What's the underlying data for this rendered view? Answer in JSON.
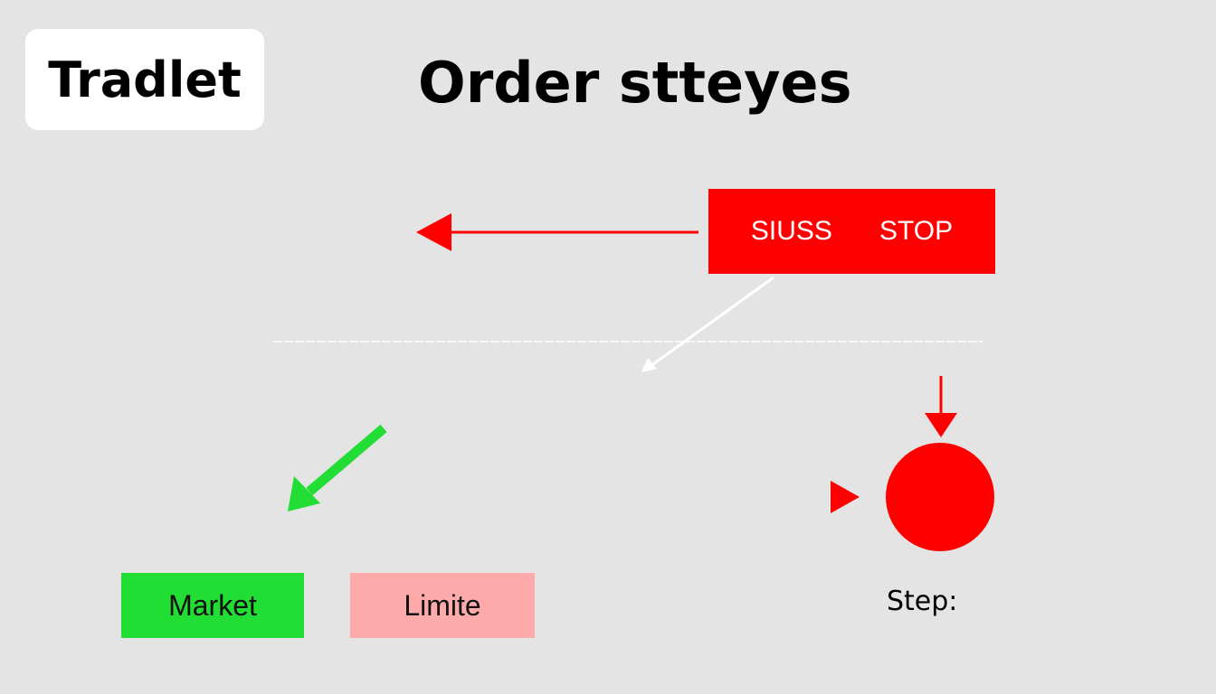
{
  "logo": {
    "text": "Tradlet"
  },
  "title": "Order stteyes",
  "stop_box": {
    "label_left": "SIUSS",
    "label_right": "STOP"
  },
  "buttons": {
    "market": "Market",
    "limit": "Limite"
  },
  "step_label": "Step:",
  "colors": {
    "background": "#e4e4e4",
    "red": "#ff0000",
    "green": "#22dd33",
    "pink": "#ffaaaa",
    "white": "#ffffff"
  }
}
